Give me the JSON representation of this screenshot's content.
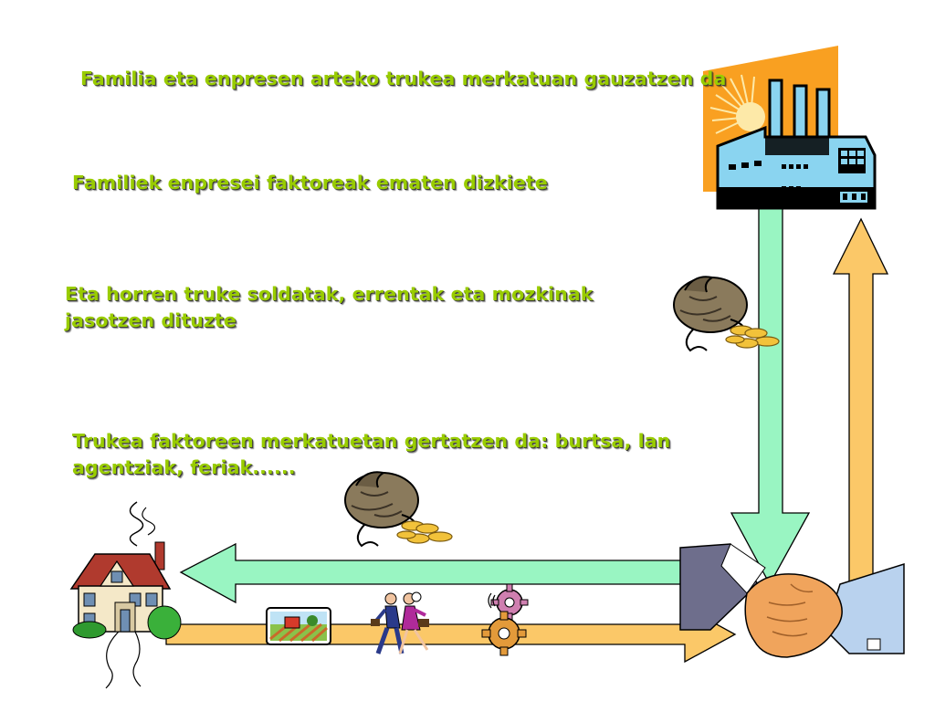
{
  "slide": {
    "lines": [
      "Familia eta enpresen arteko trukea merkatuan gauzatzen da",
      "Familiek enpresei faktoreak ematen dizkiete",
      "Eta horren truke soldatak, errentak eta mozkinak",
      "jasotzen dituzte",
      "Trukea faktoreen merkatuetan gertatzen da: burtsa, lan",
      "agentziak, feriak......"
    ]
  },
  "colors": {
    "text": "#99cc00",
    "arrow_green": "#99f5c2",
    "arrow_orange": "#fbc868",
    "factory_orange": "#f9a021",
    "factory_blue": "#8ad4f0"
  },
  "icons": [
    "factory-icon",
    "house-icon",
    "handshake-icon",
    "money-bag-icon",
    "farm-field-icon",
    "running-businesspeople-icon",
    "gears-icon"
  ]
}
